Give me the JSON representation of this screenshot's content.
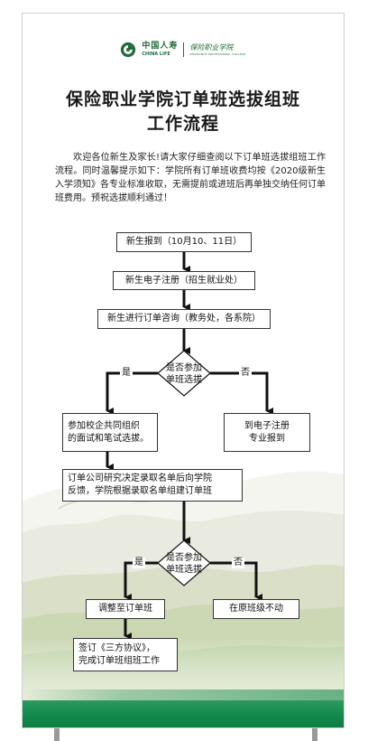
{
  "logo": {
    "company_cn": "中国人寿",
    "company_en": "CHINA LIFE",
    "school_name": "保险职业学院",
    "school_sub": "INSURANCE PROFESSIONAL COLLEGE"
  },
  "title": {
    "line1": "保险职业学院订单班选拔组班",
    "line2": "工作流程"
  },
  "intro": "欢迎各位新生及家长!请大家仔细查阅以下订单班选拔组班工作流程。同时温馨提示如下：学院所有订单班收费均按《2020级新生入学须知》各专业标准收取，无需提前或进班后再单独交纳任何订单班费用。预祝选拔顺利通过！",
  "flow": {
    "step1": "新生报到（10月10、11日）",
    "step2": "新生电子注册（招生就业处）",
    "step3": "新生进行订单咨询（教务处，各系院）",
    "decision1": [
      "是否参加",
      "单班选拔"
    ],
    "yes_label": "是",
    "no_label": "否",
    "yes1_box": [
      "参加校企共同组织",
      "的面试和笔试选拔。"
    ],
    "no1_box": [
      "到电子注册",
      "专业报到"
    ],
    "step5": [
      "订单公司研究决定录取名单后向学院",
      "反馈，学院根据录取名单组建订单班"
    ],
    "decision2": [
      "是否参加",
      "单班选拔"
    ],
    "yes2_box": "调整至订单班",
    "no2_box": "在原班级不动",
    "final_box": [
      "签订《三方协议》，",
      "完成订单班组班工作"
    ]
  },
  "colors": {
    "brand_green": "#1f6b3b",
    "band_green": "#138a4c"
  }
}
